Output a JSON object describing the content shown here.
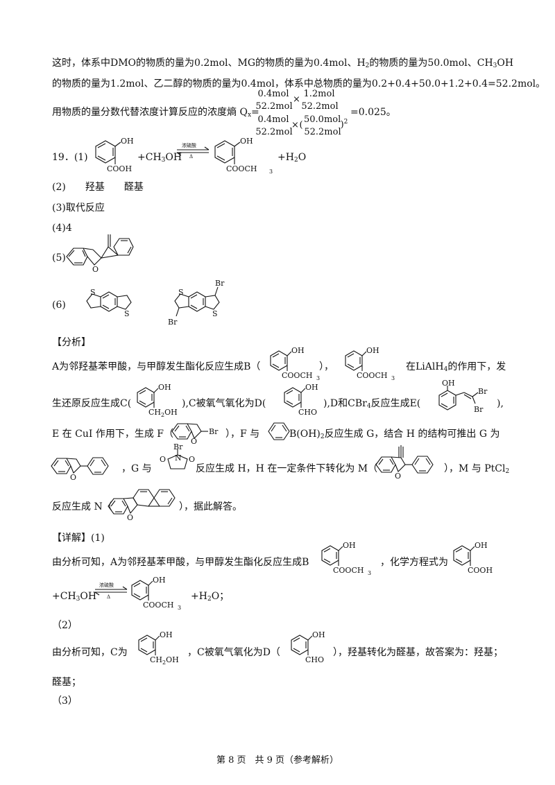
{
  "para1_line1": "这时，体系中DMO的物质的量为0.2mol、MG的物质的量为0.4mol、H",
  "para1_line1b": "的物质的量为50.0mol、CH",
  "para1_line1c": "OH",
  "para1_line2": "的物质的量为1.2mol、乙二醇的物质的量为0.4mol，体系中总物质的量为0.2+0.4+50.0+1.2+0.4=52.2mol。",
  "para1_line3": "用物质的量分数代替浓度计算反应的浓度熵 Q",
  "qx_sub": "x",
  "qx_eq": "=",
  "qx_result": "=0.025。",
  "frac": {
    "n1": "0.4mol",
    "d1": "52.2mol",
    "n2": "1.2mol",
    "d2": "52.2mol",
    "n3": "0.4mol",
    "d3": "52.2mol",
    "n4": "50.0mol",
    "d4": "52.2mol",
    "times": "×"
  },
  "q19": {
    "label": "19．(1)",
    "plus_methanol": "+CH",
    "methanol_oh": "OH",
    "catalyst": "浓硫酸",
    "heat": "Δ",
    "plus_water": "+H",
    "water_o": "O",
    "oh": "OH",
    "cooh": "COOH",
    "cooch3": "COOCH",
    "three": "3"
  },
  "q2": "(2)　　羟基　　醛基",
  "q3": "(3)取代反应",
  "q4": "(4)4",
  "q5": "(5)",
  "q6": "(6)",
  "analysis_title": "【分析】",
  "an1a": "A为邻羟基苯甲酸，与甲醇发生酯化反应生成B（",
  "an1b": "），",
  "an1c": "在LiAlH",
  "an1d": "的作用下，发",
  "an2a": "生还原反应生成C(",
  "an2b": "),C被氧气氧化为D(",
  "an2c": "),D和CBr",
  "an2d": "反应生成E(",
  "an2e": "),",
  "an3a": "E 在 CuI 作用下，生成 F（",
  "an3b": "），F 与",
  "an3c": "B(OH)",
  "an3d": "反应生成 G，结合 H 的结构可推出 G 为",
  "an4a": "，G 与",
  "an4b": "反应生成 H，H 在一定条件下转化为 M（",
  "an4c": "），M 与 PtCl",
  "an5a": "反应生成 N（",
  "an5b": "），据此解答。",
  "detail_title": "【详解】(1)",
  "d1a": "由分析可知，A为邻羟基苯甲酸，与甲醇发生酯化反应生成B",
  "d1b": "，化学方程式为",
  "d2": "+CH",
  "d2b": "OH",
  "d2c": "+H",
  "d2d": "O；",
  "p2": "（2）",
  "d3a": "由分析可知，C为",
  "d3b": "，C被氧气氧化为D（",
  "d3c": "），羟基转化为醛基，故答案为：羟基；",
  "d4": "醛基；",
  "p3": "（3）",
  "ch2oh": "CH",
  "ch2oh_b": "OH",
  "cho": "CHO",
  "br": "Br",
  "o": "O",
  "n": "N",
  "s": "S",
  "footer": "第 8 页　共 9 页（参考解析）"
}
